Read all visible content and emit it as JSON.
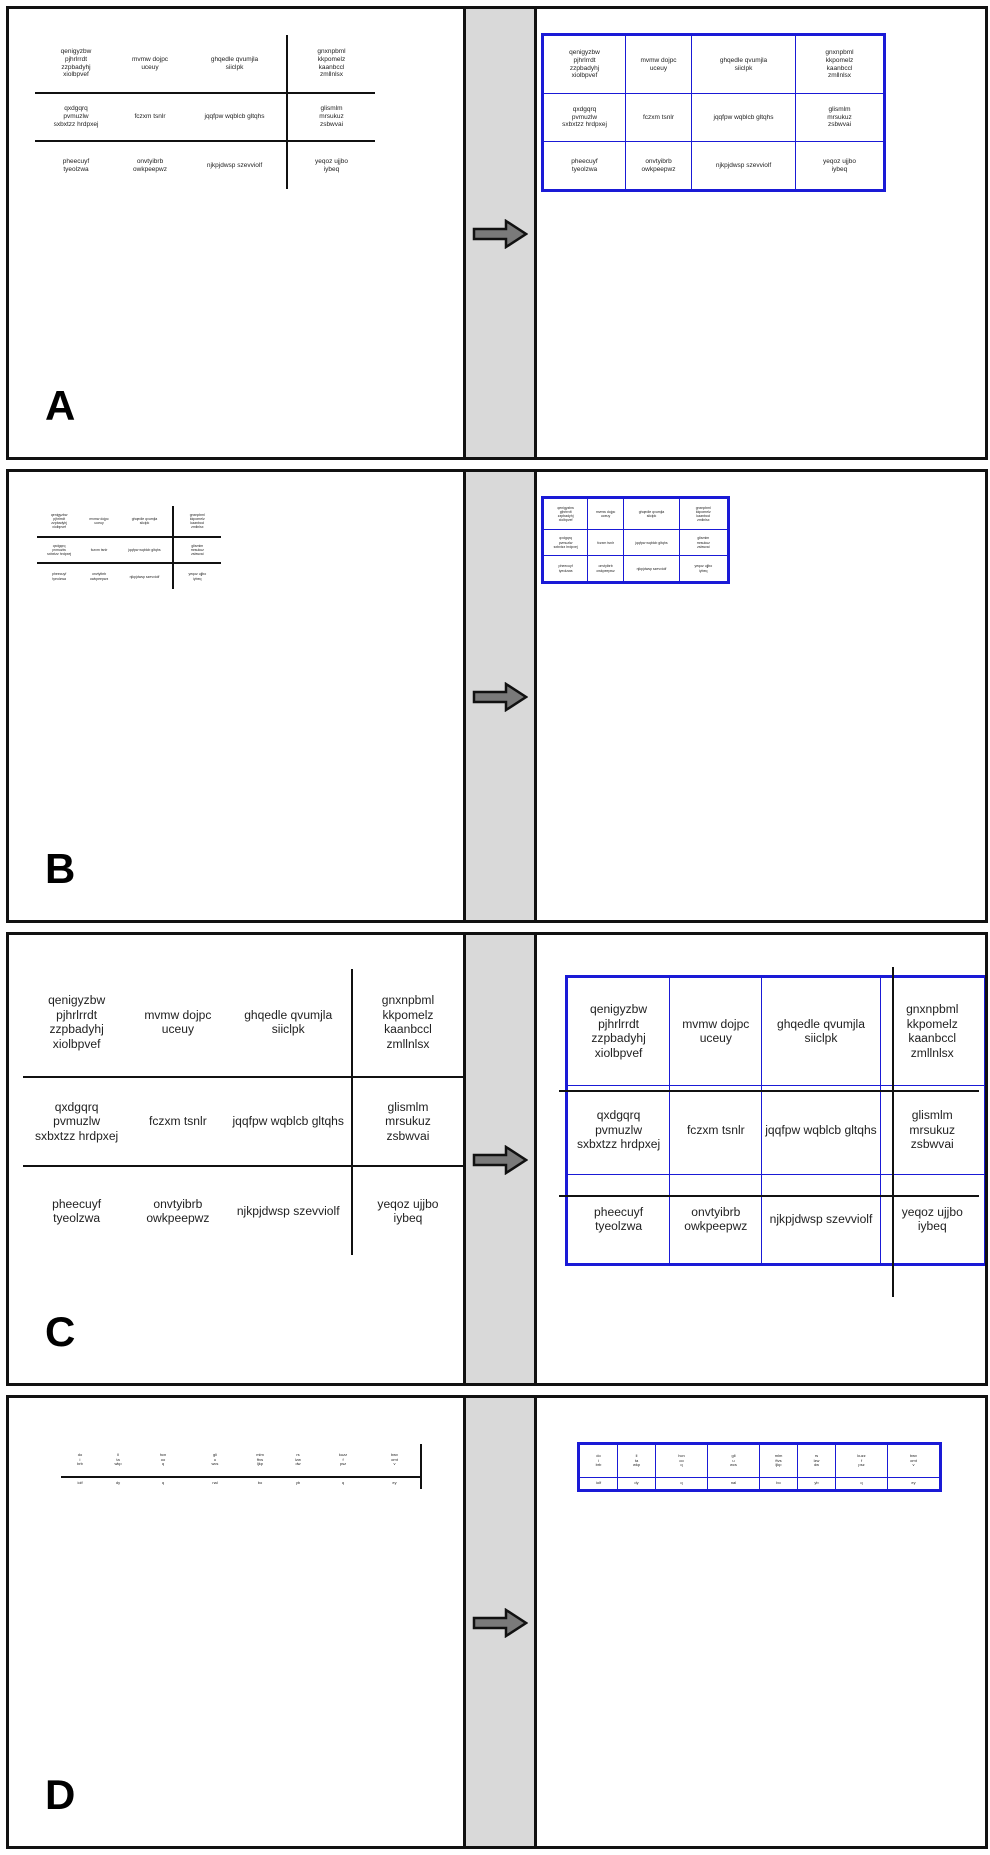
{
  "panels": [
    {
      "label": "A"
    },
    {
      "label": "B"
    },
    {
      "label": "C"
    },
    {
      "label": "D"
    }
  ],
  "arrow_icon": "right-arrow-icon",
  "colors": {
    "detection": "#1a1ad6",
    "strip": "#d9d9d9",
    "arrow": "#7a7a7a"
  },
  "table3": {
    "rows": [
      [
        "qenigyzbw\npjhrlrrdt\nzzpbadyhj\nxiolbpvef",
        "mvmw dojpc\nuceuy",
        "ghqedle qvumjla\nsiiclpk",
        "gnxnpbml\nkkpomelz\nkaanbccl\nzmllnlsx"
      ],
      [
        "qxdgqrq\npvmuzlw\nsxbxtzz hrdpxej",
        "fczxm tsnlr",
        "jqqfpw wqblcb gltqhs",
        "glismlm\nmrsukuz\nzsbwvai"
      ],
      [
        "pheecuyf\ntyeolzwa",
        "onvtyibrb\nowkpeepwz",
        "njkpjdwsp szevviolf",
        "yeqoz ujjbo\niybeq"
      ]
    ]
  },
  "table4": {
    "rows": [
      [
        "do\ni\nbrb",
        "ll\nta\nwkp",
        "hcn\noo\nq",
        "gli\nu\nwcs",
        "mlm\nftvs\nljkp",
        "rs\nlzw\ndw",
        "kuzz\nf\npsz",
        "bwv\nomt\nv"
      ],
      [
        "iolf",
        "dy",
        "q",
        "nal",
        "bo",
        "yb",
        "q",
        "ey"
      ]
    ]
  }
}
